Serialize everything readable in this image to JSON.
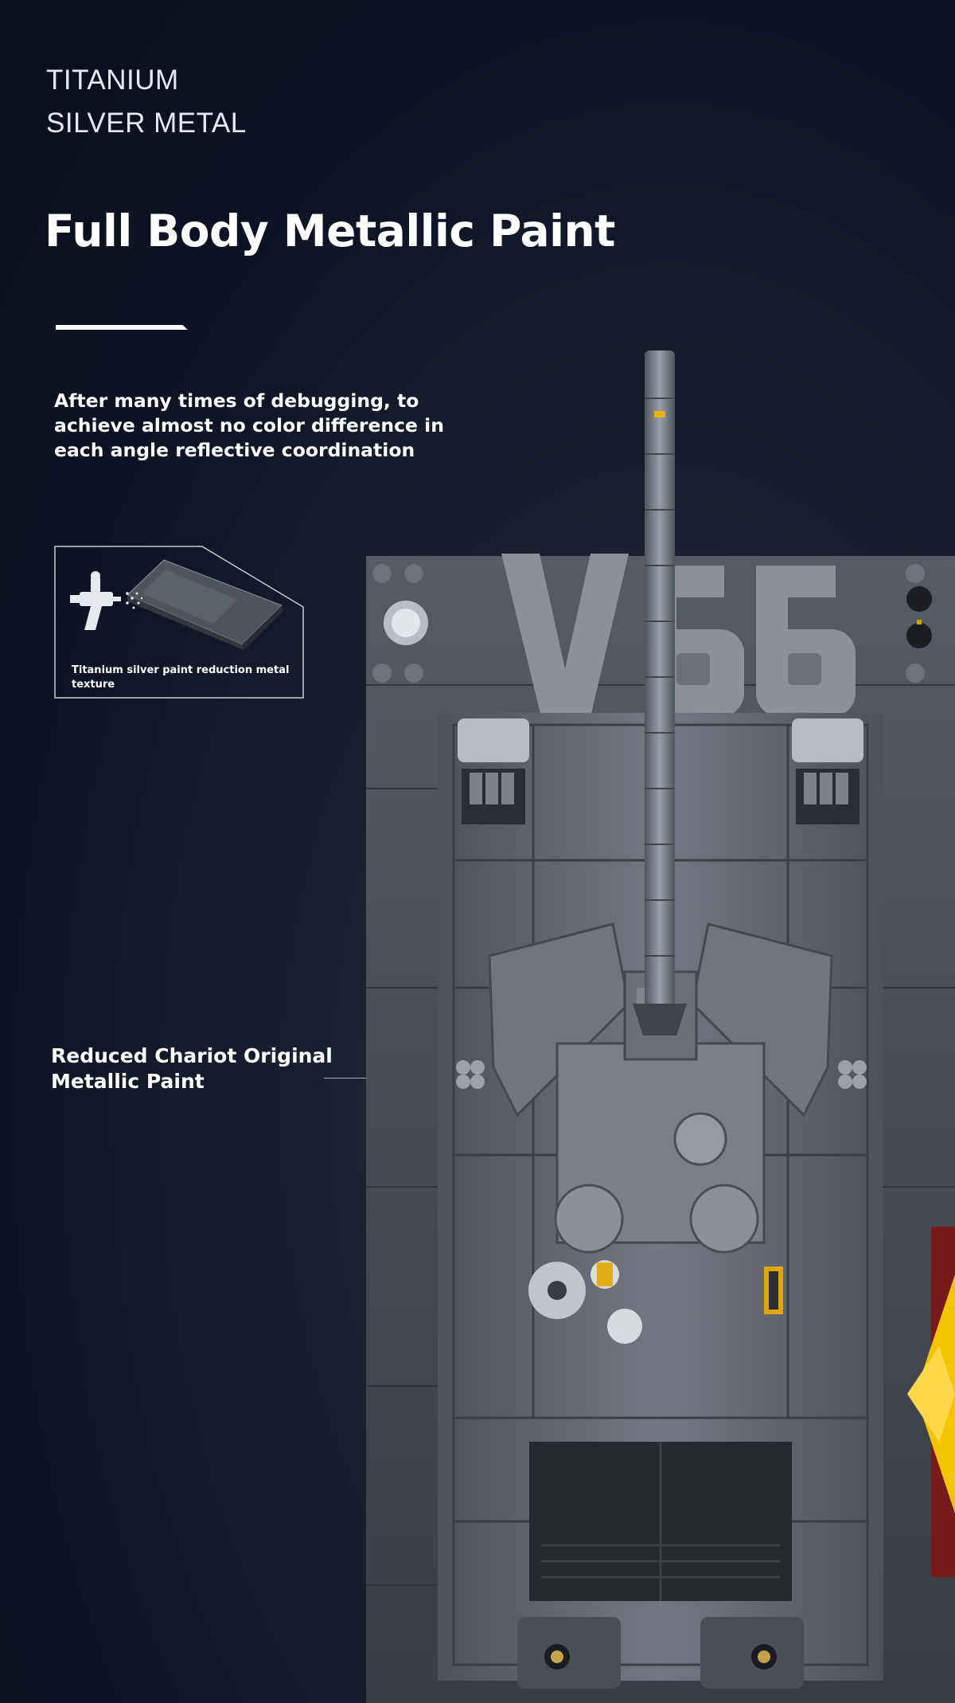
{
  "header": {
    "eyebrow_line1": "TITANIUM",
    "eyebrow_line2": "SILVER METAL",
    "title": "Full Body Metallic Paint"
  },
  "description": "After many times of debugging, to achieve almost no color difference in each angle reflective coordination",
  "feature_box": {
    "caption": "Titanium silver paint reduction metal texture"
  },
  "callout": {
    "line1": "Reduced Chariot Original",
    "line2": "Metallic Paint"
  },
  "model": {
    "plate_text": "V66"
  },
  "colors": {
    "background": "#0d1322",
    "tank_gray": "#6b7079",
    "tank_dark": "#3c4048",
    "accent_yellow": "#f5c400",
    "accent_red": "#8a1c1c"
  }
}
